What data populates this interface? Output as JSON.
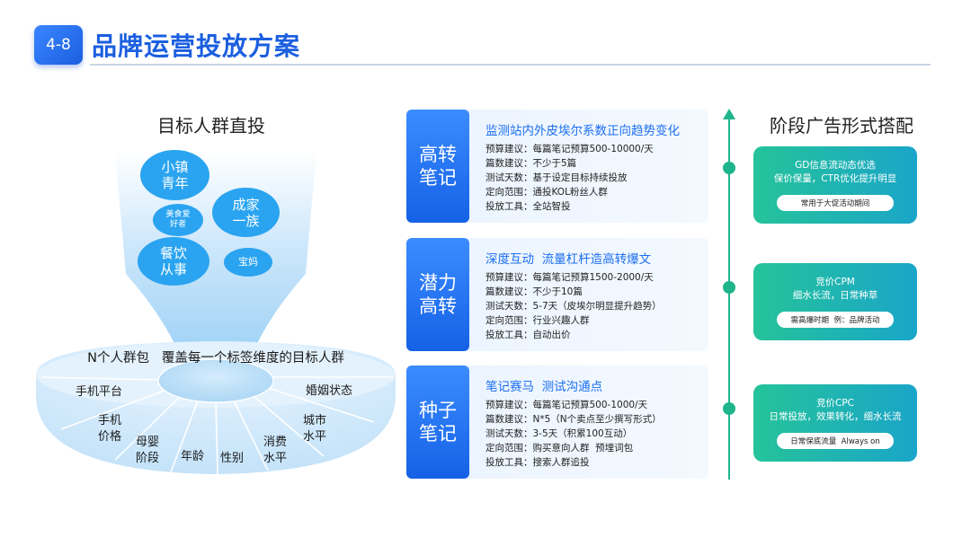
{
  "header": {
    "badge": "4-8",
    "title": "品牌运营投放方案"
  },
  "left": {
    "title": "目标人群直投",
    "bubbles": {
      "town_youth": "小镇\n青年",
      "foodie": "美食爱\n好者",
      "family": "成家\n一族",
      "catering": "餐饮\n从事",
      "mom": "宝妈"
    },
    "ring_title": "N个人群包   覆盖每一个标签维度的目标人群",
    "segments": {
      "platform": "手机平台",
      "price": "手机\n价格",
      "maternal": "母婴\n阶段",
      "age": "年龄",
      "gender": "性别",
      "consumption": "消费\n水平",
      "city": "城市\n水平",
      "marital": "婚姻状态"
    }
  },
  "cards": [
    {
      "label": "高转\n笔记",
      "head": "监测站内外皮埃尔系数正向趋势变化",
      "lines": [
        "预算建议：每篇笔记预算500-10000/天",
        "篇数建议：不少于5篇",
        "测试天数：基于设定目标持续投放",
        "定向范围：通投KOL粉丝人群",
        "投放工具：全站智投"
      ]
    },
    {
      "label": "潜力\n高转",
      "head": "深度互动  流量杠杆造高转爆文",
      "lines": [
        "预算建议：每篇笔记预算1500-2000/天",
        "篇数建议：不少于10篇",
        "测试天数：5-7天（皮埃尔明显提升趋势）",
        "定向范围：行业兴趣人群",
        "投放工具：自动出价"
      ]
    },
    {
      "label": "种子\n笔记",
      "head": "笔记赛马  测试沟通点",
      "lines": [
        "预算建议：每篇笔记预算500-1000/天",
        "篇数建议：N*5（N个卖点至少撰写形式）",
        "测试天数：3-5天（积累100互动）",
        "定向范围：购买意向人群  预埋词包",
        "投放工具：搜索人群追投"
      ]
    }
  ],
  "right": {
    "title": "阶段广告形式搭配",
    "cards": [
      {
        "text": "GD信息流动态优选\n保价保量，CTR优化提升明显",
        "pill": "常用于大促活动期间"
      },
      {
        "text": "竞价CPM\n细水长流，日常种草",
        "pill": "需高爆时期  例：品牌活动"
      },
      {
        "text": "竞价CPC\n日常投放，效果转化，细水长流",
        "pill": "日常保底流量  Always on"
      }
    ]
  },
  "colors": {
    "brand_blue": "#1b5fe0",
    "bubble_blue": "#2aa4f0",
    "green": "#1fb58a"
  }
}
